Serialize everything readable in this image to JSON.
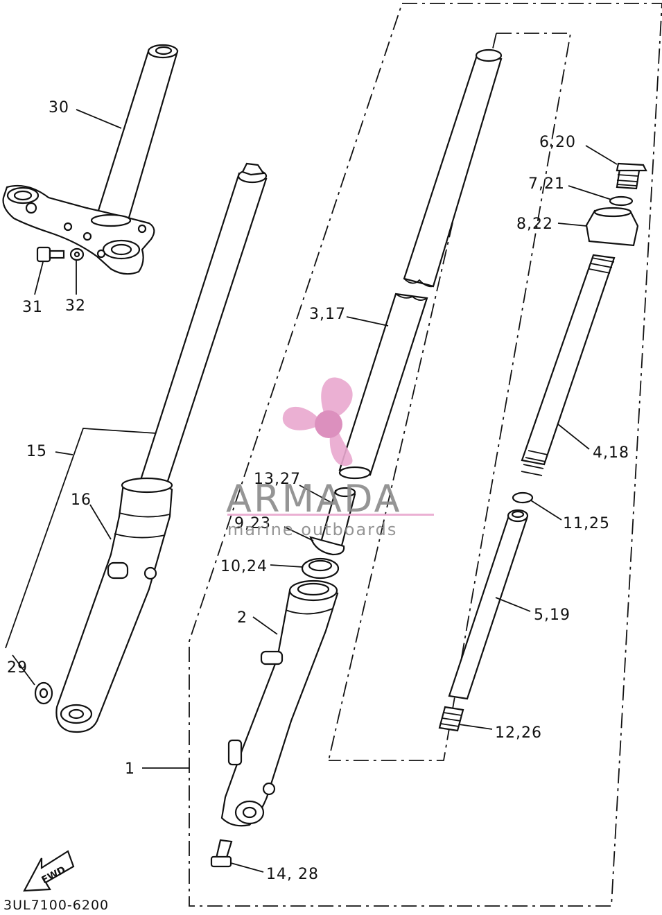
{
  "diagram_code": "3UL7100-6200",
  "fwd_label": "FWD",
  "watermark": {
    "brand": "ARMADA",
    "tagline": "marine outboards",
    "accent": "#e9a8cf",
    "accent_dark": "#d985b8",
    "text_color": "#8a8a8a"
  },
  "callouts": {
    "c30": "30",
    "c31": "31",
    "c32": "32",
    "c15": "15",
    "c16": "16",
    "c29": "29",
    "c1": "1",
    "c2": "2",
    "c317": "3,17",
    "c1327": "13,27",
    "c923": "9,23",
    "c1024": "10,24",
    "c1428": "14, 28",
    "c620": "6,20",
    "c721": "7,21",
    "c822": "8,22",
    "c418": "4,18",
    "c1125": "11,25",
    "c519": "5,19",
    "c1226": "12,26"
  }
}
